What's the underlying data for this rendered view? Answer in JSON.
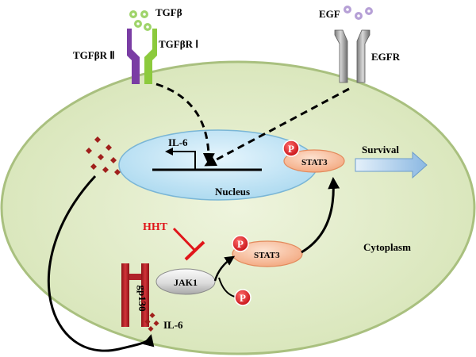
{
  "labels": {
    "tgfb": "TGFβ",
    "tgfbr2": "TGFβR Ⅱ",
    "tgfbr1": "TGFβR Ⅰ",
    "egf": "EGF",
    "egfr": "EGFR",
    "il6_nucleus": "IL-6",
    "nucleus": "Nucleus",
    "stat3_nucleus": "STAT3",
    "stat3_cyto": "STAT3",
    "phospho": "P",
    "survival": "Survival",
    "hht": "HHT",
    "jak1": "JAK1",
    "gp130": "gp130",
    "il6_bottom": "IL-6",
    "cytoplasm": "Cytoplasm"
  },
  "colors": {
    "cell": "#dfe9c6",
    "cell_border": "#a9c07f",
    "nucleus_fill": "#cce8f6",
    "stat3_fill": "#f9bf9f",
    "phospho_fill": "#e0161a",
    "hht": "#e0161a",
    "il6_diamond": "#a0201c",
    "gp130": "#c5232a",
    "tgfbr2": "#7a3da4",
    "tgfbr1": "#8cca3d",
    "egfr": "#9a9a9a",
    "egf_dots": "#b6a0d6",
    "tgfb_dots": "#9fd46b",
    "survival_arrow": "#9ec4e6"
  }
}
